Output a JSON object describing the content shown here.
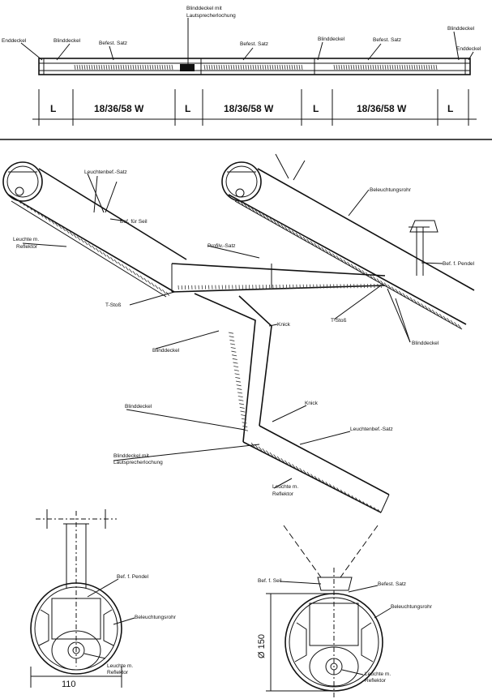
{
  "top_strip": {
    "enddeckel_left": "Enddeckel",
    "blinddeckel_1": "Blinddeckel",
    "befest_satz_1": "Befest. Satz",
    "blinddeckel_lautsprecher_line1": "Blinddeckel mit",
    "blinddeckel_lautsprecher_line2": "Lautsprecherlochung",
    "befest_satz_2": "Befest. Satz",
    "blinddeckel_2": "Blinddeckel",
    "befest_satz_3": "Befest. Satz",
    "blinddeckel_3": "Blinddeckel",
    "enddeckel_right": "Enddeckel",
    "segments": [
      "L",
      "18/36/58 W",
      "L",
      "18/36/58 W",
      "L",
      "18/36/58 W",
      "L"
    ]
  },
  "iso_view": {
    "leuchtenbef_satz_1": "Leuchtenbef.-Satz",
    "bef_fuer_seil": "Bef. für Seil",
    "leuchte_reflektor_1_line1": "Leuchte m.",
    "leuchte_reflektor_1_line2": "Reflektor",
    "profilv_satz": "Profilv.-Satz",
    "beleuchtungsrohr": "Beleuchtungsrohr",
    "bef_pendel": "Bef. f. Pendel",
    "t_stoss_1": "T-Stoß",
    "t_stoss_2": "T-Stoß",
    "knick_1": "Knick",
    "blinddeckel_a": "Blinddeckel",
    "blinddeckel_b": "Blinddeckel",
    "blinddeckel_c": "Blinddeckel",
    "knick_2": "Knick",
    "leuchtenbef_satz_2": "Leuchtenbef.-Satz",
    "blinddeckel_lautsprecher_line1": "Blinddeckel mit",
    "blinddeckel_lautsprecher_line2": "Lautsprecherlochung",
    "leuchte_reflektor_2_line1": "Leuchte m.",
    "leuchte_reflektor_2_line2": "Reflektor"
  },
  "section_left": {
    "bef_pendel": "Bef. f. Pendel",
    "beleuchtungsrohr": "Beleuchtungsrohr",
    "leuchte_line1": "Leuchte m.",
    "leuchte_line2": "Reflektor",
    "width": "110"
  },
  "section_right": {
    "bef_seil": "Bef. f. Seil",
    "befest_satz": "Befest. Satz",
    "beleuchtungsrohr": "Beleuchtungsrohr",
    "leuchte_line1": "Leuchte m.",
    "leuchte_line2": "Reflektor",
    "diameter": "Ø 150"
  }
}
